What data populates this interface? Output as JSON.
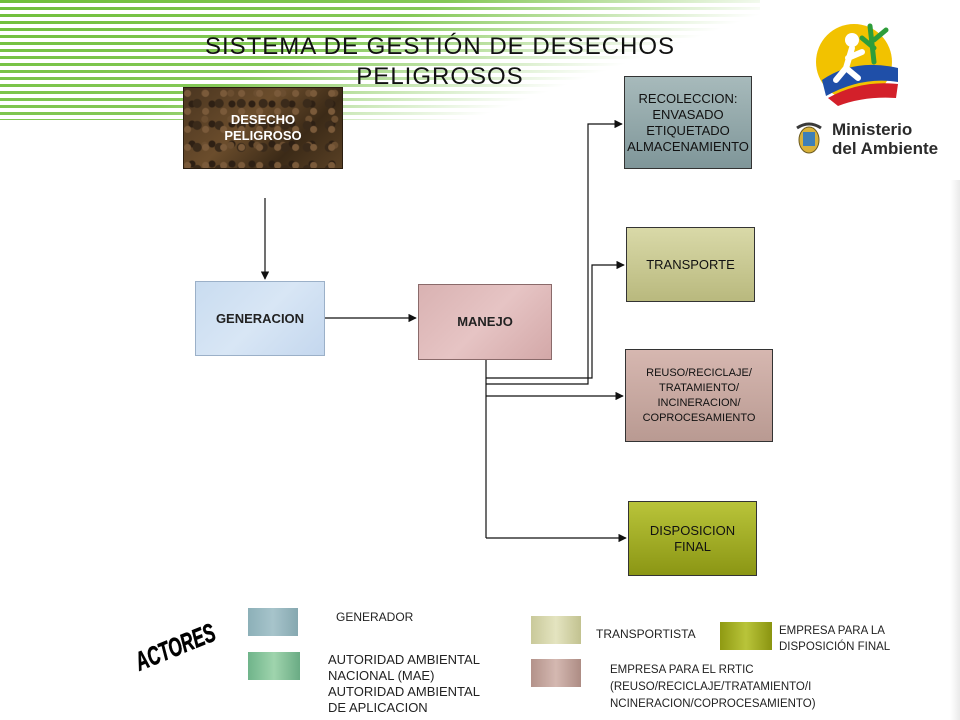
{
  "title_line1": "SISTEMA DE GESTIÓN DE DESECHOS",
  "title_line2": "PELIGROSOS",
  "logo": {
    "line1": "Ministerio",
    "line2": "del Ambiente",
    "colors": [
      "#f2c200",
      "#1f4fa8",
      "#d3202a",
      "#2e9d3a"
    ]
  },
  "nodes": {
    "desecho": [
      "DESECHO",
      "PELIGROSO"
    ],
    "generacion": "GENERACION",
    "manejo": "MANEJO",
    "recoleccion": [
      "RECOLECCION:",
      "ENVASADO",
      "ETIQUETADO",
      "ALMACENAMIENTO"
    ],
    "transporte": "TRANSPORTE",
    "reuso": [
      "REUSO/RECICLAJE/",
      "TRATAMIENTO/",
      "INCINERACION/",
      "COPROCESAMIENTO"
    ],
    "disposicion": [
      "DISPOSICION",
      "FINAL"
    ]
  },
  "legend": {
    "heading": "ACTORES",
    "generador": "GENERADOR",
    "autoridad": [
      "AUTORIDAD AMBIENTAL",
      "NACIONAL (MAE)",
      "AUTORIDAD AMBIENTAL",
      "DE APLICACION"
    ],
    "transportista": "TRANSPORTISTA",
    "empresa_disposicion": [
      "EMPRESA PARA  LA",
      "DISPOSICIÓN FINAL"
    ],
    "empresa_rrtic": [
      "EMPRESA PARA EL RRTIC",
      "(REUSO/RECICLAJE/TRATAMIENTO/I",
      "NCINERACION/COPROCESAMIENTO)"
    ]
  }
}
